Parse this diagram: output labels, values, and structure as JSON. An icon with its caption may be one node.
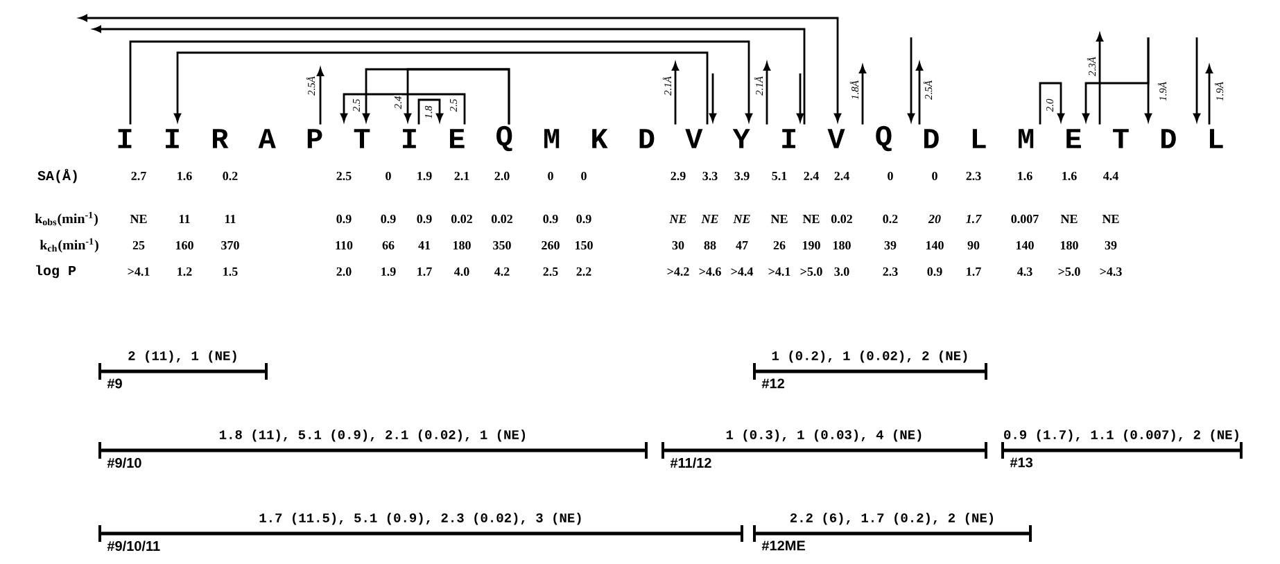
{
  "diagram": {
    "nodes": [
      {
        "text": [
          "I"
        ]
      },
      {
        "text": [
          "I"
        ]
      },
      {
        "text": [
          "R"
        ]
      },
      {
        "text": [
          "A"
        ]
      },
      {
        "text": [
          "P"
        ]
      },
      {
        "text": [
          "T"
        ]
      },
      {
        "text": [
          "I"
        ]
      },
      {
        "text": [
          "E"
        ]
      },
      {
        "text": [
          "Q"
        ]
      },
      {
        "text": [
          "M"
        ]
      },
      {
        "text": [
          "K"
        ]
      },
      {
        "text": [
          "D"
        ]
      },
      {
        "text": [
          "V"
        ]
      },
      {
        "text": [
          "Y"
        ]
      },
      {
        "text": [
          "I"
        ]
      },
      {
        "text": [
          "V"
        ]
      },
      {
        "text": [
          "Q"
        ]
      },
      {
        "text": [
          "D"
        ]
      },
      {
        "text": [
          "L"
        ]
      },
      {
        "text": [
          "M"
        ]
      },
      {
        "text": [
          "E"
        ]
      },
      {
        "text": [
          "T"
        ]
      },
      {
        "text": [
          "D"
        ]
      },
      {
        "text": [
          "L"
        ]
      },
      {
        "text": [
          "2 (11), 1 (NE)",
          "#9"
        ]
      },
      {
        "text": [
          "1 (0.2), 1 (0.02), 2 (NE)",
          "#12"
        ]
      },
      {
        "text": [
          "1.8 (11), 5.1 (0.9), 2.1 (0.02), 1 (NE)",
          "#9/10"
        ]
      },
      {
        "text": [
          "1 (0.3), 1 (0.03), 4 (NE)",
          "#11/12"
        ]
      },
      {
        "text": [
          "0.9 (1.7), 1.1 (0.007), 2 (NE)",
          "#13"
        ]
      },
      {
        "text": [
          "1.7 (11.5), 5.1 (0.9), 2.3 (0.02), 3 (NE)",
          "#9/10/11"
        ]
      },
      {
        "text": [
          "2.2 (6), 1.7 (0.2), 2 (NE)",
          "#12ME"
        ]
      }
    ],
    "edges": [
      {
        "from": null,
        "to": 15,
        "arrow": "both"
      },
      {
        "from": 14,
        "to": null,
        "arrow": "to"
      },
      {
        "from": 0,
        "to": 13,
        "arrow": "to"
      },
      {
        "from": 12,
        "to": 1,
        "arrow": "to"
      },
      {
        "from": 4,
        "to": null,
        "arrow": "to",
        "label": "2.5Å"
      },
      {
        "from": 7,
        "to": 5,
        "arrow": "to",
        "label": "2.5"
      },
      {
        "from": 8,
        "to": 5,
        "arrow": "to",
        "label": "2.5"
      },
      {
        "from": 8,
        "to": 6,
        "arrow": "to",
        "label": "2.4"
      },
      {
        "from": 6,
        "to": 7,
        "arrow": "to",
        "label": "1.8"
      },
      {
        "from": 12,
        "to": null,
        "arrow": "to",
        "label": "2.1Å"
      },
      {
        "from": null,
        "to": 12,
        "arrow": "to"
      },
      {
        "from": 14,
        "to": null,
        "arrow": "to",
        "label": "2.1Å"
      },
      {
        "from": null,
        "to": 14,
        "arrow": "to"
      },
      {
        "from": 16,
        "to": null,
        "arrow": "to",
        "label": "1.8Å"
      },
      {
        "from": null,
        "to": 17,
        "arrow": "to"
      },
      {
        "from": 17,
        "to": null,
        "arrow": "to",
        "label": "2.5Å"
      },
      {
        "from": 19,
        "to": 20,
        "arrow": "to",
        "label": "2.0"
      },
      {
        "from": 21,
        "to": null,
        "arrow": "to",
        "label": "2.3Å"
      },
      {
        "from": null,
        "to": 22,
        "arrow": "to",
        "label": "1.9Å"
      },
      {
        "from": null,
        "to": 20,
        "arrow": "to"
      },
      {
        "from": null,
        "to": 23,
        "arrow": "to"
      },
      {
        "from": 23,
        "to": null,
        "arrow": "to",
        "label": "1.9Å"
      }
    ],
    "labels": [
      "SA(Å)",
      "2.7",
      "1.6",
      "0.2",
      "2.5",
      "0",
      "1.9",
      "2.1",
      "2.0",
      "0",
      "0",
      "2.9",
      "3.3",
      "3.9",
      "5.1",
      "2.4",
      "2.4",
      "0",
      "0",
      "2.3",
      "1.6",
      "1.6",
      "4.4",
      "k$_{obs}$(min$^{-1}$)",
      "NE",
      "11",
      "11",
      "0.9",
      "0.9",
      "0.9",
      "0.02",
      "0.02",
      "0.9",
      "0.9",
      "NE",
      "NE",
      "NE",
      "NE",
      "NE",
      "0.02",
      "0.2",
      "20",
      "1.7",
      "0.007",
      "NE",
      "NE",
      "k$_{ch}$(min$^{-1}$)",
      "25",
      "160",
      "370",
      "110",
      "66",
      "41",
      "180",
      "350",
      "260",
      "150",
      "30",
      "88",
      "47",
      "26",
      "190",
      "180",
      "39",
      "140",
      "90",
      "140",
      "180",
      "39",
      "log P",
      ">4.1",
      "1.2",
      "1.5",
      "2.0",
      "1.9",
      "1.7",
      "4.0",
      "4.2",
      "2.5",
      "2.2",
      ">4.2",
      ">4.6",
      ">4.4",
      ">4.1",
      ">5.0",
      "3.0",
      "2.3",
      "0.9",
      "1.7",
      "4.3",
      ">5.0",
      ">4.3"
    ]
  }
}
